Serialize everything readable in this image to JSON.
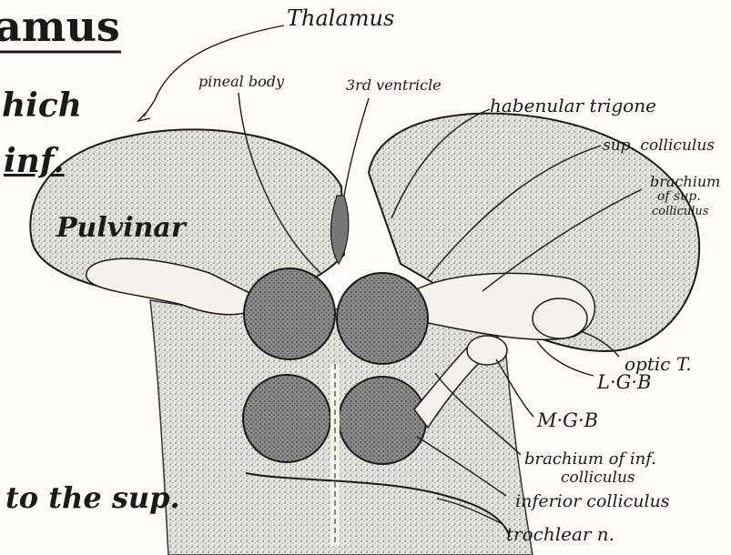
{
  "heading": {
    "fragment": "amus"
  },
  "margin_notes": {
    "which": "hich",
    "inf": "inf.",
    "to_the_sup": "to the sup."
  },
  "labels": {
    "thalamus": "Thalamus",
    "pineal_body": "pineal body",
    "third_ventricle": "3rd ventricle",
    "habenular_trigone": "habenular trigone",
    "sup_colliculus": "sup. colliculus",
    "brachium_sup_1": "brachium",
    "brachium_sup_2": "of sup.",
    "brachium_sup_3": "colliculus",
    "pulvinar": "Pulvinar",
    "optic_t": "optic T.",
    "lgb": "L·G·B",
    "mgb": "M·G·B",
    "brachium_inf_1": "brachium of inf.",
    "brachium_inf_2": "colliculus",
    "inferior_colliculus": "inferior colliculus",
    "trochlear_n": "trochlear n."
  },
  "colors": {
    "ink": "#1a1a1a",
    "stipple": "#8a8a8a",
    "colliculus_fill": "#6f6f6f",
    "paper": "#fdfcf8"
  }
}
